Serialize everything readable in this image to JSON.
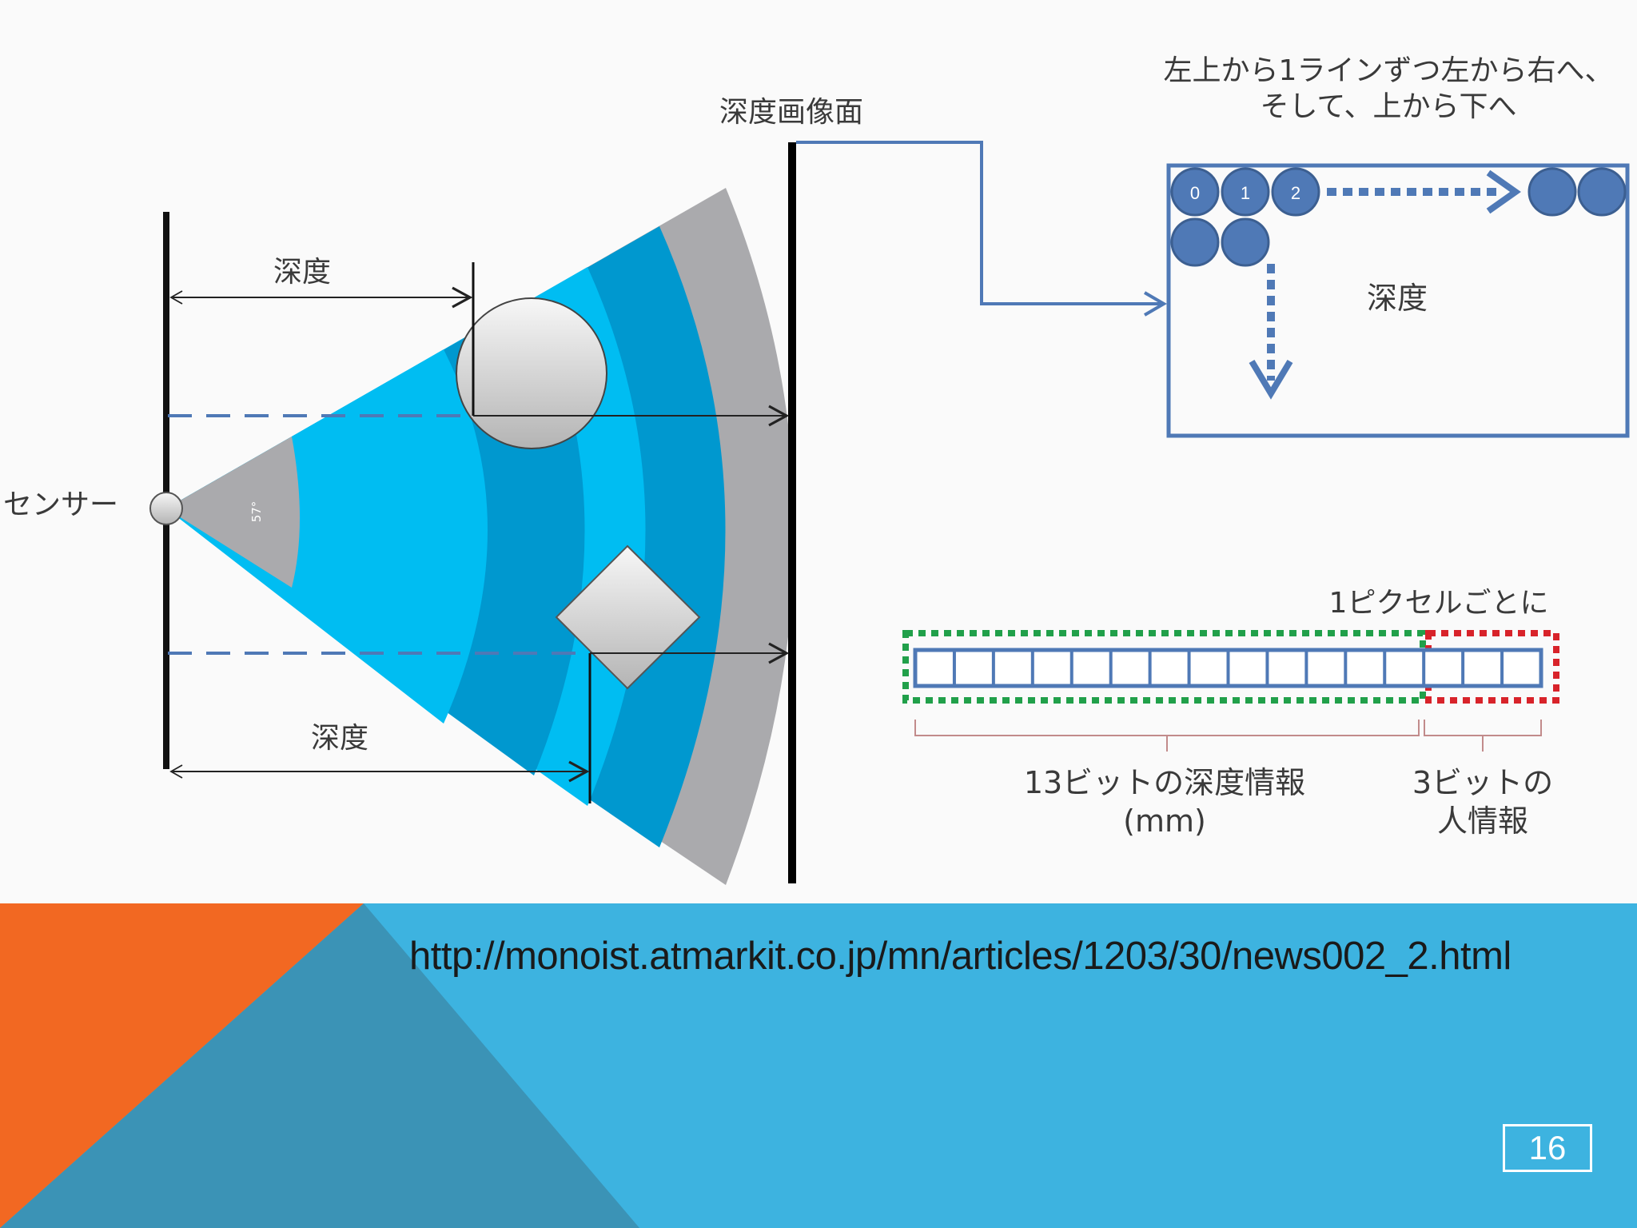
{
  "diagram": {
    "labels": {
      "depth_image_plane": "深度画像面",
      "sensor": "センサー",
      "depth_top": "深度",
      "depth_bottom": "深度",
      "angle": "57°",
      "scan_order_line1": "左上から1ラインずつ左から右へ、",
      "scan_order_line2": "そして、上から下へ",
      "depth_box_label": "深度",
      "per_pixel": "1ピクセルごとに",
      "depth_bits_line1": "13ビットの深度情報",
      "depth_bits_line2": "(mm)",
      "person_bits_line1": "3ビットの",
      "person_bits_line2": "人情報"
    },
    "pixel_indices": [
      "0",
      "1",
      "2"
    ]
  },
  "footer": {
    "url": "http://monoist.atmarkit.co.jp/mn/articles/1203/30/news002_2.html",
    "page_number": "16"
  },
  "colors": {
    "band_gray": "#aaaaad",
    "band_dark": "#0098cf",
    "band_light": "#00bdf2",
    "accent_blue": "#4f79b6",
    "green_dotted": "#21a04a",
    "red_dotted": "#d8232a",
    "footer_blue": "#3db3e0",
    "footer_orange": "#f26822",
    "footer_teal": "#3b93b6"
  }
}
